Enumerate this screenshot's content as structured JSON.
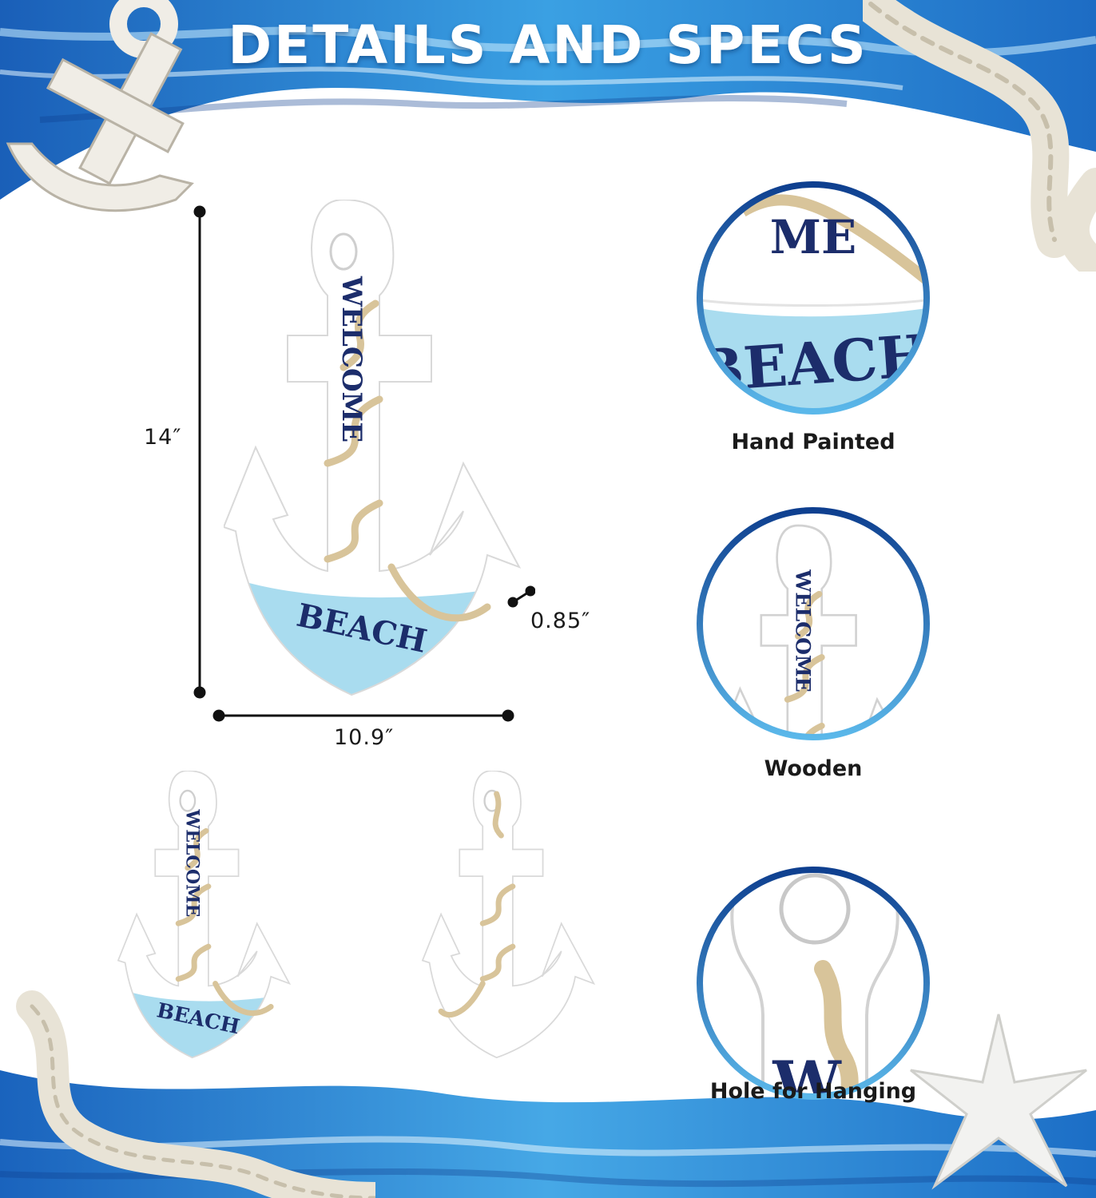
{
  "header": {
    "title": "DETAILS AND SPECS"
  },
  "dimensions": {
    "height": "14″",
    "width": "10.9″",
    "depth": "0.85″"
  },
  "anchor_text": {
    "top": "WELCOME",
    "bottom": "BEACH"
  },
  "zoom_text": {
    "top": "ME",
    "bottom": "BEACH",
    "hole": "W"
  },
  "features": [
    {
      "label": "Hand Painted"
    },
    {
      "label": "Wooden"
    },
    {
      "label": "Hole for Hanging"
    }
  ],
  "colors": {
    "ocean": "#1f6fc4",
    "light_blue": "#a9dcef",
    "navy": "#1c2d6b",
    "rope": "#d8c49a"
  }
}
